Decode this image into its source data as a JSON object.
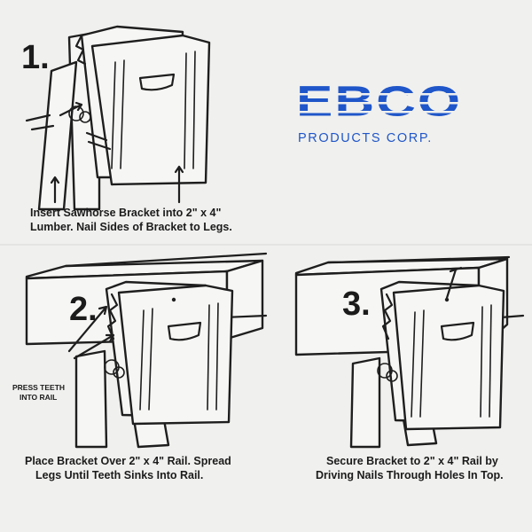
{
  "logo": {
    "word": "EBCO",
    "subtitle": "PRODUCTS CORP.",
    "color": "#1f56c9"
  },
  "steps": [
    {
      "number": "1.",
      "caption": [
        "Insert Sawhorse Bracket into 2\" x 4\"",
        "Lumber.  Nail Sides of Bracket to Legs."
      ]
    },
    {
      "number": "2.",
      "caption": [
        "Place Bracket Over 2\" x 4\" Rail.  Spread",
        "Legs Until Teeth Sinks Into Rail."
      ],
      "label": [
        "PRESS TEETH",
        "INTO RAIL"
      ]
    },
    {
      "number": "3.",
      "caption": [
        "Secure Bracket to 2\" x 4\" Rail by",
        "Driving Nails Through Holes In Top."
      ]
    }
  ]
}
